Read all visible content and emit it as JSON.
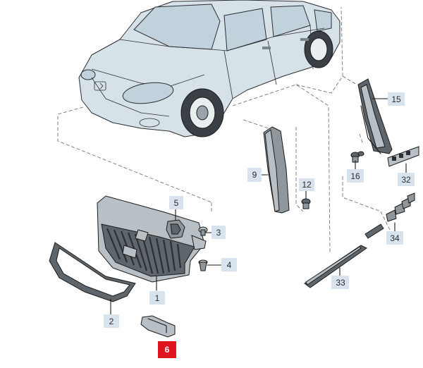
{
  "diagram": {
    "part_labels": [
      {
        "id": "p1",
        "text": "1"
      },
      {
        "id": "p2",
        "text": "2"
      },
      {
        "id": "p3",
        "text": "3"
      },
      {
        "id": "p4",
        "text": "4"
      },
      {
        "id": "p5",
        "text": "5"
      },
      {
        "id": "p6",
        "text": "6",
        "highlighted": true
      },
      {
        "id": "p9",
        "text": "9"
      },
      {
        "id": "p12",
        "text": "12"
      },
      {
        "id": "p15",
        "text": "15"
      },
      {
        "id": "p16",
        "text": "16"
      },
      {
        "id": "p32",
        "text": "32"
      },
      {
        "id": "p33",
        "text": "33"
      },
      {
        "id": "p34",
        "text": "34"
      }
    ],
    "colors": {
      "label_background": "#d9e3ee",
      "highlight_background": "#e0141e",
      "leader_line": "#6c7580",
      "car_fill": "#d6e1e8"
    }
  }
}
